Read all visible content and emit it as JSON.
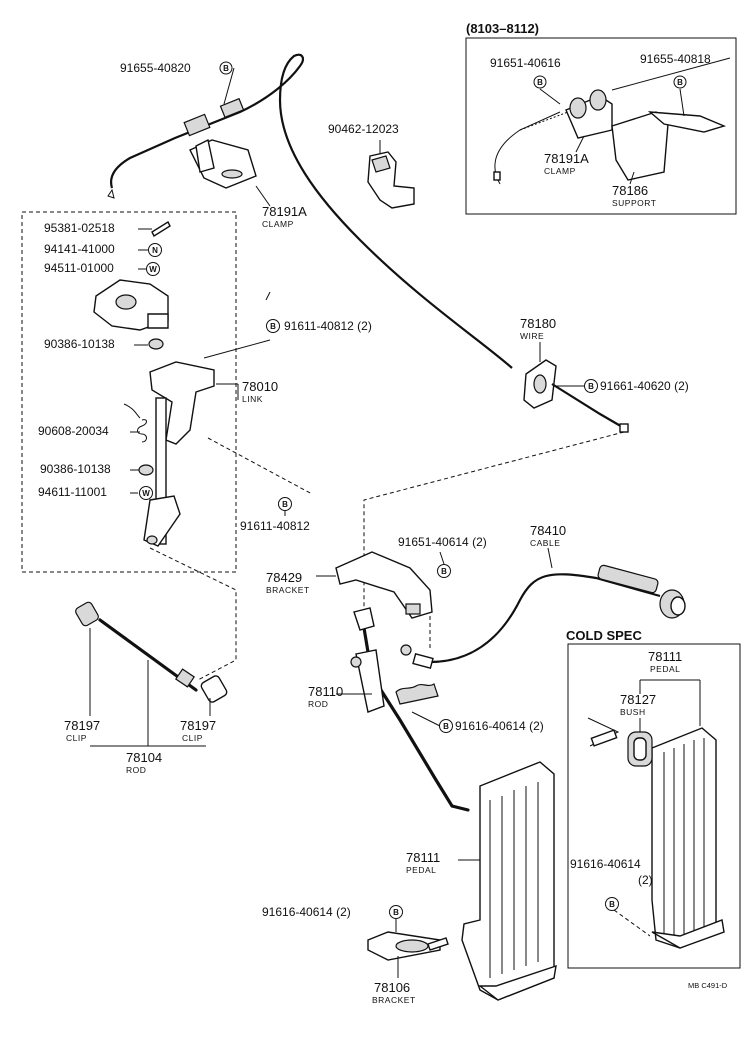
{
  "diagram_code": "MB C491-D",
  "inset_top": {
    "header": "(8103–8112)"
  },
  "inset_cold": {
    "header": "COLD SPEC"
  },
  "symbols": {
    "b": "B",
    "n": "N",
    "w": "W"
  },
  "labels": {
    "p_91655_40820": "91655-40820",
    "p_78191a": "78191A",
    "p_78191a_desc": "CLAMP",
    "p_90462_12023": "90462-12023",
    "p_91651_40616": "91651-40616",
    "p_91655_40818": "91655-40818",
    "p_78191a_inset": "78191A",
    "p_78191a_inset_desc": "CLAMP",
    "p_78186": "78186",
    "p_78186_desc": "SUPPORT",
    "p_95381_02518": "95381-02518",
    "p_94141_41000": "94141-41000",
    "p_94511_01000": "94511-01000",
    "p_90386_10138_a": "90386-10138",
    "p_91611_40812_2": "91611-40812 (2)",
    "p_78010": "78010",
    "p_78010_desc": "LINK",
    "p_90608_20034": "90608-20034",
    "p_90386_10138_b": "90386-10138",
    "p_94611_11001": "94611-11001",
    "p_91611_40812": "91611-40812",
    "p_78180": "78180",
    "p_78180_desc": "WIRE",
    "p_91661_40620": "91661-40620 (2)",
    "p_78410": "78410",
    "p_78410_desc": "CABLE",
    "p_91651_40614": "91651-40614 (2)",
    "p_78429": "78429",
    "p_78429_desc": "BRACKET",
    "p_78110": "78110",
    "p_78110_desc": "ROD",
    "p_91616_40614_mid": "91616-40614 (2)",
    "p_78197_left": "78197",
    "p_78197_left_desc": "CLIP",
    "p_78197_right": "78197",
    "p_78197_right_desc": "CLIP",
    "p_78104": "78104",
    "p_78104_desc": "ROD",
    "p_78111": "78111",
    "p_78111_desc": "PEDAL",
    "p_91616_40614_low": "91616-40614 (2)",
    "p_78106": "78106",
    "p_78106_desc": "BRACKET",
    "p_78111_cold": "78111",
    "p_78111_cold_desc": "PEDAL",
    "p_78127": "78127",
    "p_78127_desc": "BUSH",
    "p_91616_40614_cold": "91616-40614",
    "p_91616_40614_cold_qty": "(2)"
  }
}
